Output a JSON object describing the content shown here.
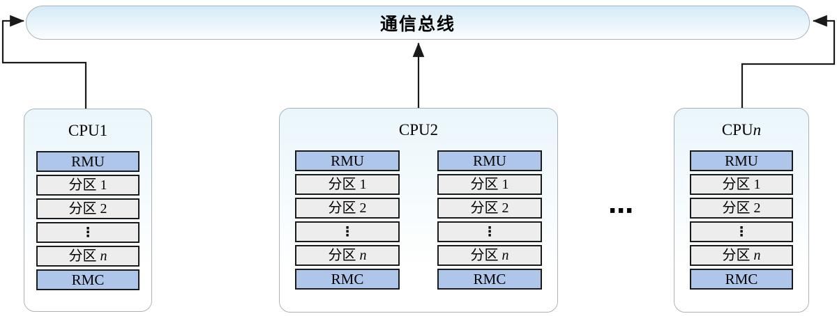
{
  "figure": {
    "bus": {
      "label": "通信总线"
    },
    "ellipsis_between_cpus": "⋯",
    "cpus": [
      {
        "label": "CPU1",
        "italic": ""
      },
      {
        "label": "CPU2",
        "italic": ""
      },
      {
        "label": "CPU",
        "italic": "n"
      }
    ],
    "stack_rows": [
      {
        "name": "rmu-cell",
        "label": "RMU",
        "italic": "",
        "cls": "blue"
      },
      {
        "name": "partition-1-cell",
        "label": "分区 1",
        "italic": "",
        "cls": "gray"
      },
      {
        "name": "partition-2-cell",
        "label": "分区 2",
        "italic": "",
        "cls": "gray"
      },
      {
        "name": "vertical-ellipsis-cell",
        "label": "⋮",
        "italic": "",
        "cls": "gray glyph"
      },
      {
        "name": "partition-n-cell",
        "label": "分区 ",
        "italic": "n",
        "cls": "gray"
      },
      {
        "name": "rmc-cell",
        "label": "RMC",
        "italic": "",
        "cls": "blue"
      }
    ],
    "colors": {
      "bus_top": "#d4eaf7",
      "bus_bottom": "#fbfdfe",
      "box_top": "#eaf6fb",
      "box_bottom": "#ffffff",
      "cell_blue": "#aec6ea",
      "cell_gray": "#ededed",
      "line_color": "#1a1a1a",
      "border_color": "#aab3bc"
    }
  }
}
